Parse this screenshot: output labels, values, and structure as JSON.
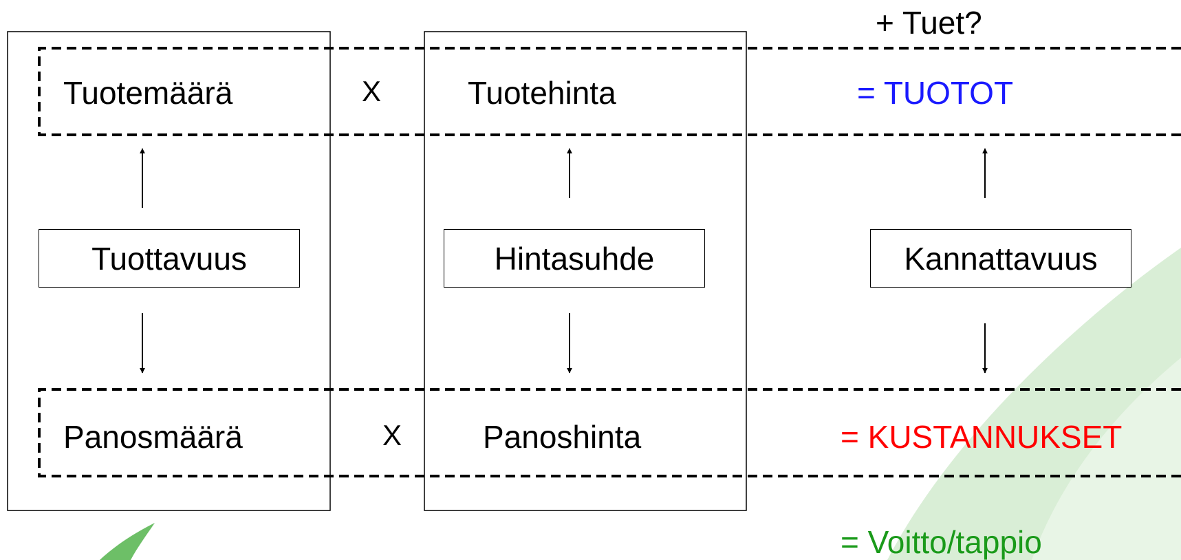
{
  "colors": {
    "line": "#000000",
    "revenue": "#1a1aff",
    "costs": "#ff0000",
    "result": "#1a9a1a",
    "leaf_green": "#7cc576",
    "leaf_light": "#d9eed6"
  },
  "subsidy_label": "+ Tuet?",
  "rows": {
    "top": {
      "quantity": "Tuotemäärä",
      "multiply": "X",
      "price": "Tuotehinta",
      "result": "= TUOTOT"
    },
    "bottom": {
      "quantity": "Panosmäärä",
      "multiply": "X",
      "price": "Panoshinta",
      "result": "= KUSTANNUKSET"
    }
  },
  "ratios": {
    "productivity": "Tuottavuus",
    "price_ratio": "Hintasuhde",
    "profitability": "Kannattavuus"
  },
  "final_result": "= Voitto/tappio"
}
